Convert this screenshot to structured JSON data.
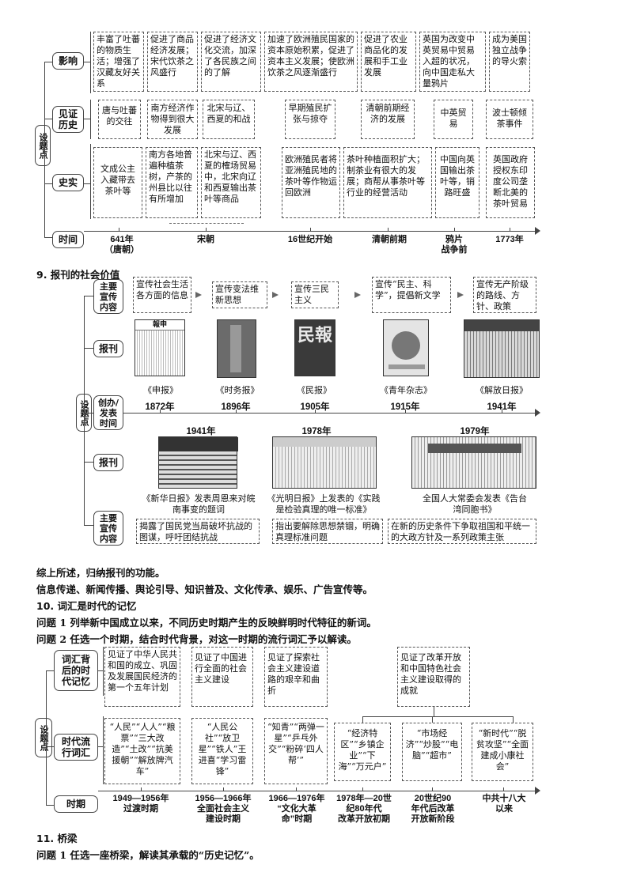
{
  "sec8": {
    "side": "设题点",
    "rows": {
      "impact": "影响",
      "witness": "见证历史",
      "fact": "史实",
      "time": "时间"
    },
    "impact": [
      "丰富了吐蕃的物质生活；增强了汉藏友好关系",
      "促进了商品经济发展；宋代饮茶之风盛行",
      "促进了经济文化交流，加深了各民族之间的了解",
      "加速了欧洲殖民国家的资本原始积累，促进了资本主义发展；使欧洲饮茶之风逐渐盛行",
      "促进了农业商品化的发展和手工业发展",
      "英国为改变中英贸易中贸易入超的状况，向中国走私大量鸦片",
      "成为美国独立战争的导火索"
    ],
    "witness": [
      "唐与吐蕃的交往",
      "南方经济作物得到很大发展",
      "北宋与辽、西夏的和战",
      "早期殖民扩张与掠夺",
      "清朝前期经济的发展",
      "中英贸易",
      "波士顿倾茶事件"
    ],
    "fact": [
      "文成公主入藏带去茶叶等",
      "南方各地普遍种植茶树，产茶的州县比以往有所增加",
      "北宋与辽、西夏的榷场贸易中，北宋向辽和西夏输出茶叶等商品",
      "欧洲殖民者将亚洲殖民地的茶叶等作物运回欧洲",
      "茶叶种植面积扩大；制茶业有很大的发展；商帮从事茶叶等行业的经营活动",
      "中国向英国输出茶叶等，销路旺盛",
      "英国政府授权东印度公司垄断北美的茶叶贸易"
    ],
    "times": [
      "641年\n（唐朝）",
      "宋朝",
      "16世纪开始",
      "清朝前期",
      "鸦片\n战争前",
      "1773年"
    ]
  },
  "sec9": {
    "title": "9.  报刊的社会价值",
    "side": "设题点",
    "rows": {
      "content": "主要宣传内容",
      "paper": "报刊",
      "time": "创办/发表时间",
      "paper2": "报刊",
      "content2": "主要宣传内容"
    },
    "content_top": [
      "宣传社会生活各方面的信息",
      "宣传变法维新思想",
      "宣传三民主义",
      "宣传“民主、科学”，提倡新文学",
      "宣传无产阶级的路线、方针、政策"
    ],
    "papers_top": [
      "《申报》",
      "《时务报》",
      "《民报》",
      "《青年杂志》",
      "《解放日报》"
    ],
    "img_text": {
      "shenbao": "報申",
      "minbao": "民報"
    },
    "years_top": [
      "1872年",
      "1896年",
      "1905年",
      "1915年",
      "1941年"
    ],
    "years_bottom": [
      "1941年",
      "1978年",
      "1979年"
    ],
    "papers_bottom": [
      "《新华日报》发表周恩来对皖南事变的题词",
      "《光明日报》上发表的《实践是检验真理的唯一标准》",
      "全国人大常委会发表《告台湾同胞书》"
    ],
    "content_bottom": [
      "揭露了国民党当局破坏抗战的图谋，呼吁团结抗战",
      "指出要解除思想禁锢，明确真理标准问题",
      "在新的历史条件下争取祖国和平统一的大政方针及一系列政策主张"
    ],
    "summary_q": "综上所述，归纳报刊的功能。",
    "summary_a": "信息传递、新闻传播、舆论引导、知识普及、文化传承、娱乐、广告宣传等。"
  },
  "sec10": {
    "title": "10.  词汇是时代的记忆",
    "q1": "问题 1    列举新中国成立以来，不同历史时期产生的反映鲜明时代特征的新词。",
    "q2": "问题 2    任选一个时期，结合时代背景，对这一时期的流行词汇予以解读。",
    "side": "设题点",
    "rows": {
      "memory": "词汇背后的时代记忆",
      "words": "时代流行词汇",
      "period": "时期"
    },
    "memory": [
      "见证了中华人民共和国的成立、巩固及发展国民经济的第一个五年计划",
      "见证了中国进行全面的社会主义建设",
      "见证了探索社会主义建设道路的艰辛和曲折",
      "见证了改革开放和中国特色社会主义建设取得的成就"
    ],
    "words": [
      "“人民”“人人”“粮票”“三大改造”“土改”“抗美援朝”“解放牌汽车”",
      "“人民公社”“放卫星”“铁人”王进喜“学习雷锋”",
      "“知青”“两弹一星”“乒乓外交”“粉碎‘四人帮’”",
      "“经济特区”“乡镇企业”“下海”“万元户”",
      "“市场经济”“炒股”“电脑”“超市”",
      "“新时代”“脱贫攻坚”“全面建成小康社会”"
    ],
    "periods": [
      "1949—1956年\n过渡时期",
      "1956—1966年\n全面社会主义\n建设时期",
      "1966—1976年\n“文化大革\n命”时期",
      "1978年—20世\n纪80年代\n改革开放初期",
      "20世纪90\n年代后改革\n开放新阶段",
      "中共十八大\n以来"
    ]
  },
  "sec11": {
    "title": "11.  桥梁",
    "q1": "问题 1    任选一座桥梁，解读其承载的“历史记忆”。"
  }
}
